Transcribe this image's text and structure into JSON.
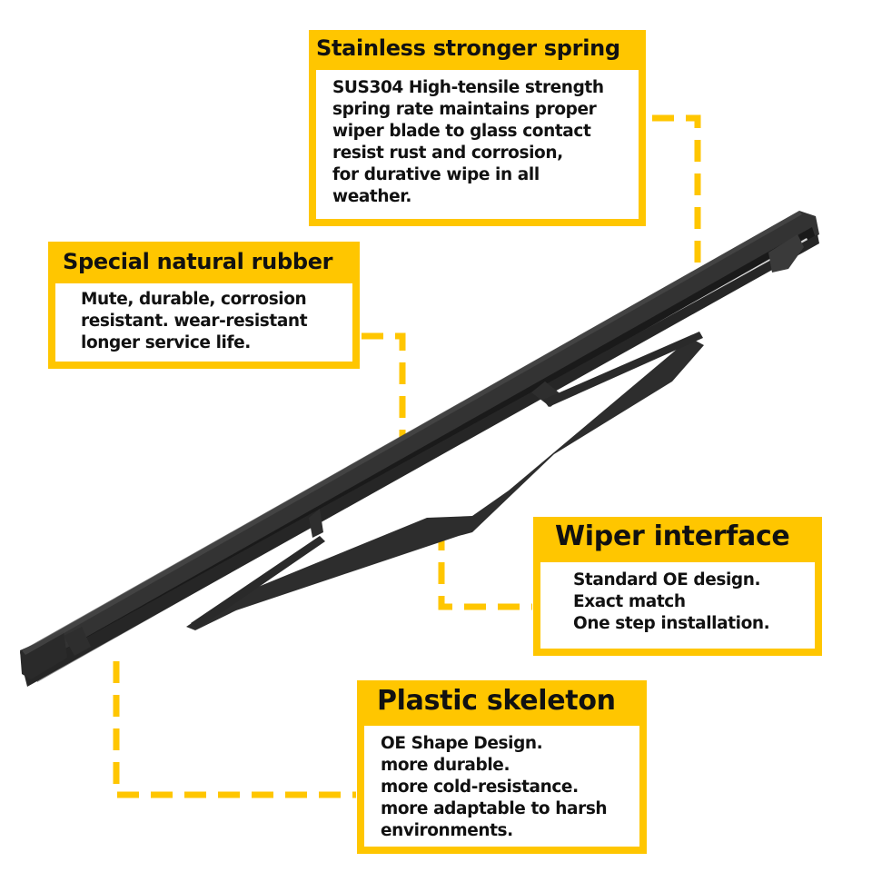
{
  "colors": {
    "accent_yellow": "#ffc600",
    "blade_dark": "#2b2b2b",
    "text": "#111111",
    "background": "#ffffff"
  },
  "product": {
    "name": "rear wiper blade",
    "image_icon": "wiper-blade-icon"
  },
  "callouts": {
    "spring": {
      "title": "Stainless stronger spring",
      "lines": [
        "SUS304 High-tensile strength",
        "spring rate maintains proper",
        "wiper blade to glass contact",
        "resist rust and corrosion,",
        "for durative wipe in all",
        "weather."
      ]
    },
    "rubber": {
      "title": "Special natural rubber",
      "lines": [
        "Mute, durable, corrosion",
        "resistant. wear-resistant",
        "longer service life."
      ]
    },
    "interface": {
      "title": "Wiper interface",
      "lines": [
        "Standard OE design.",
        "Exact match",
        "One step installation."
      ]
    },
    "skeleton": {
      "title": "Plastic skeleton",
      "lines": [
        "OE Shape Design.",
        "more durable.",
        "more cold-resistance.",
        "more adaptable to harsh",
        "environments."
      ]
    }
  }
}
